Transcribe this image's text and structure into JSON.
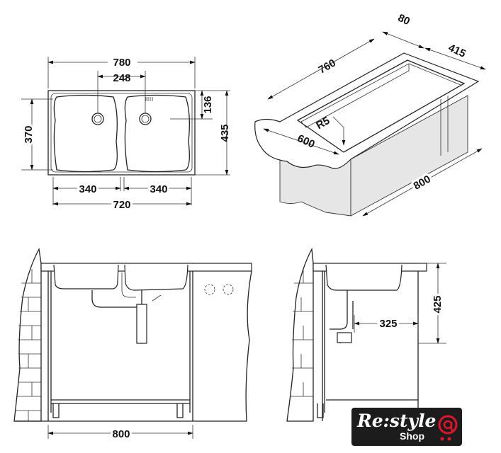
{
  "top_view": {
    "overall_width": "780",
    "drain_spacing": "248",
    "drain_offset": "136",
    "bowl_depth": "370",
    "overall_depth": "435",
    "left_bowl_width": "340",
    "right_bowl_width": "340",
    "bowls_total_width": "720"
  },
  "iso_view": {
    "top_depth": "80",
    "side_depth": "415",
    "length": "760",
    "corner_radius": "R5",
    "countertop_depth": "600",
    "cabinet_width": "800"
  },
  "front_view": {
    "cabinet_width": "800"
  },
  "side_view": {
    "height": "425",
    "drain_offset": "325"
  },
  "logo": {
    "text": "Re:style",
    "sub": "Shop",
    "accent": "#e0142a"
  }
}
